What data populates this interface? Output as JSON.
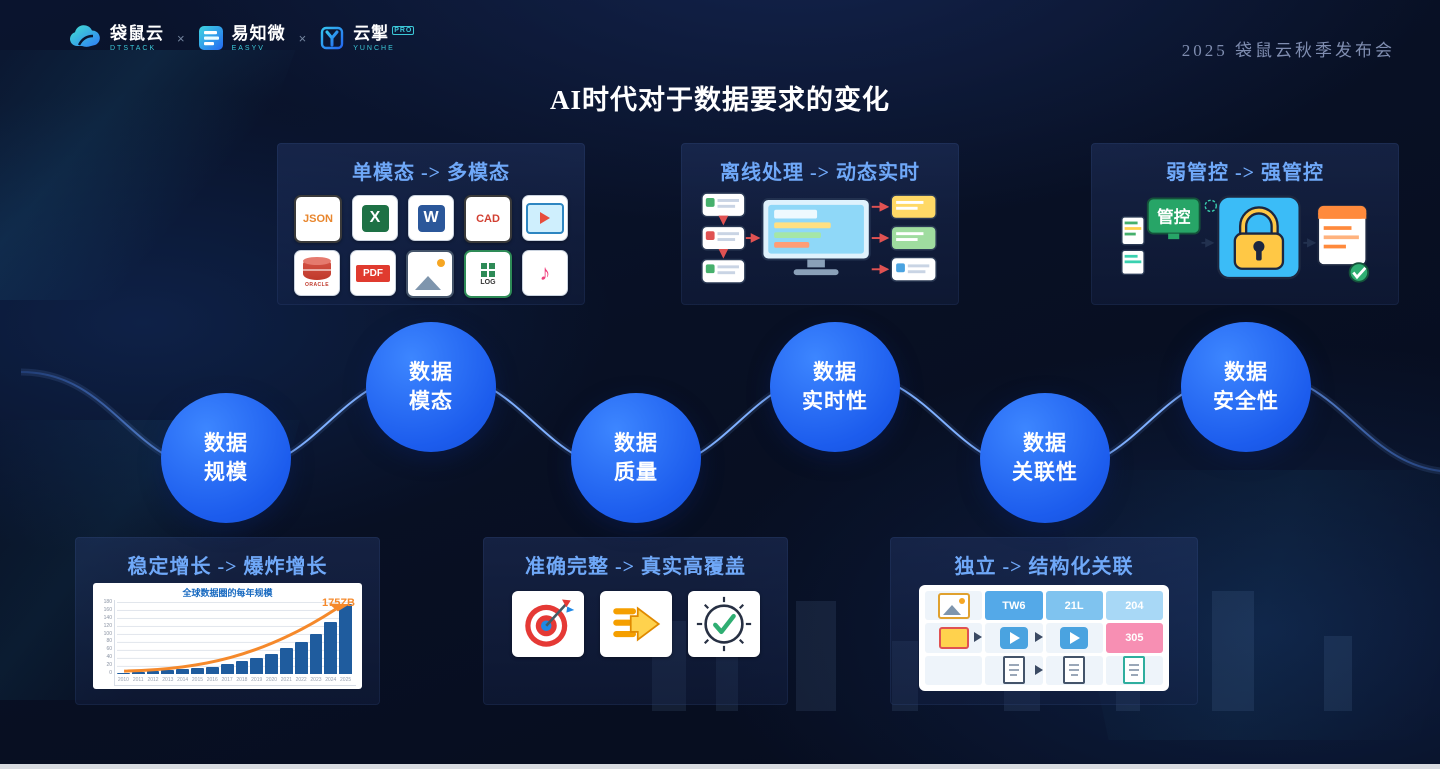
{
  "title": "AI时代对于数据要求的变化",
  "header": {
    "event_label": "2025 袋鼠云秋季发布会",
    "separator": "×",
    "logos": [
      {
        "name": "袋鼠云",
        "sub": "DTSTACK"
      },
      {
        "name": "易知微",
        "sub": "EASYV"
      },
      {
        "name": "云掣",
        "sup": "PRO",
        "sub": "YUNCHE"
      }
    ]
  },
  "top_cards": [
    {
      "title": "单模态 -> 多模态"
    },
    {
      "title": "离线处理 -> 动态实时"
    },
    {
      "title": "弱管控 -> 强管控",
      "badge_label": "管控"
    }
  ],
  "file_icons": {
    "json": "JSON",
    "excel": "X",
    "word": "W",
    "cad": "CAD",
    "oracle": "ORACLE",
    "pdf": "PDF",
    "log": "LOG",
    "music": "♪"
  },
  "nodes": [
    {
      "line1": "数据",
      "line2": "规模"
    },
    {
      "line1": "数据",
      "line2": "模态"
    },
    {
      "line1": "数据",
      "line2": "质量"
    },
    {
      "line1": "数据",
      "line2": "实时性"
    },
    {
      "line1": "数据",
      "line2": "关联性"
    },
    {
      "line1": "数据",
      "line2": "安全性"
    }
  ],
  "bottom_cards": [
    {
      "title": "稳定增长 -> 爆炸增长"
    },
    {
      "title": "准确完整 -> 真实高覆盖"
    },
    {
      "title": "独立 -> 结构化关联",
      "grid_labels": [
        "TW6",
        "21L",
        "204",
        "305"
      ]
    }
  ],
  "chart_data": {
    "type": "bar",
    "title": "全球数据圈的每年规模",
    "annotation": "175ZB",
    "categories": [
      "2010",
      "2011",
      "2012",
      "2013",
      "2014",
      "2015",
      "2016",
      "2017",
      "2018",
      "2019",
      "2020",
      "2021",
      "2022",
      "2023",
      "2024",
      "2025"
    ],
    "values": [
      2,
      5,
      6.5,
      9,
      12.5,
      16,
      18,
      26,
      33,
      41,
      50,
      65,
      80,
      100,
      130,
      175
    ],
    "xlabel": "",
    "ylabel": "",
    "ylim": [
      0,
      180
    ],
    "yticks": [
      0,
      20,
      40,
      60,
      80,
      100,
      120,
      140,
      160,
      180
    ],
    "grid": true,
    "legend": false,
    "bar_color": "#1f5c9e",
    "accent_color": "#f5892b"
  },
  "colors": {
    "background": "#081024",
    "node_blue": "#1f66f0",
    "card_title_blue": "#6fa8f8",
    "wave_blue": "#8ab4ff",
    "title_white": "#ffffff",
    "event_label_gray": "#7f8db0"
  }
}
